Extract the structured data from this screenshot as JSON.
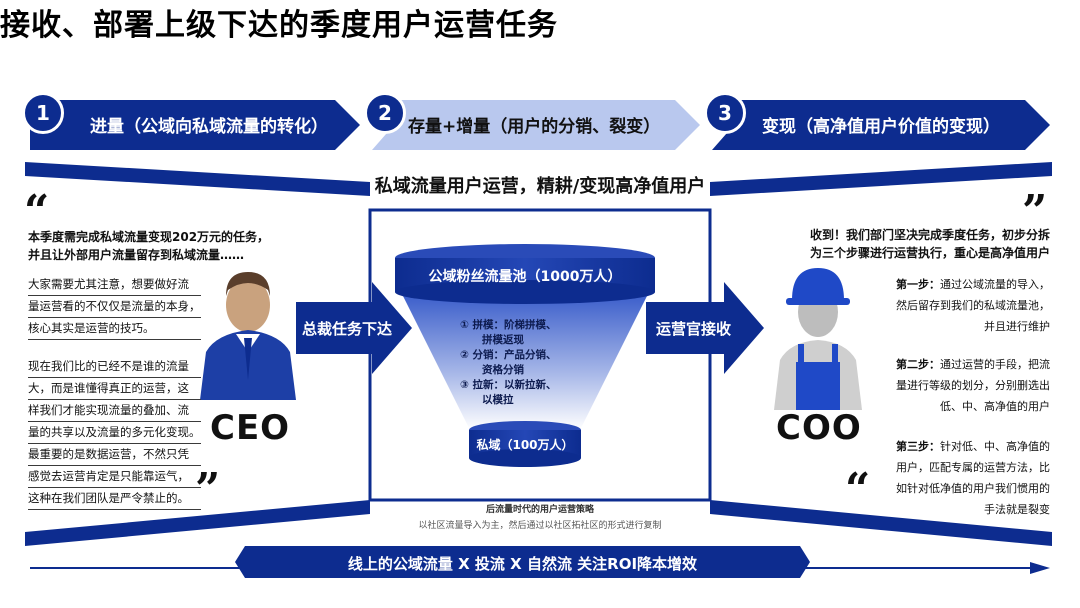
{
  "title": "接收、部署上级下达的季度用户运营任务",
  "steps": [
    {
      "num": "1",
      "label": "进量（公域向私域流量的转化）"
    },
    {
      "num": "2",
      "label": "存量+增量（用户的分销、裂变）"
    },
    {
      "num": "3",
      "label": "变现（高净值用户价值的变现）"
    }
  ],
  "center_heading": "私域流量用户运营，精耕/变现高净值用户",
  "ceo": {
    "label": "CEO",
    "quote_bold": [
      "本季度需完成私域流量变现202万元的任务，",
      "并且让外部用户流量留存到私域流量……"
    ],
    "paragraphs": [
      [
        "大家需要尤其注意，想要做好流",
        "量运营看的不仅仅是流量的本身，",
        "核心其实是运营的技巧。"
      ],
      [
        "现在我们比的已经不是谁的流量",
        "大，而是谁懂得真正的运营，这",
        "样我们才能实现流量的叠加、流",
        "量的共享以及流量的多元化变现。",
        "最重要的是数据运营，不然只凭",
        "感觉去运营肯定是只能靠运气，",
        "这种在我们团队是严令禁止的。"
      ]
    ]
  },
  "left_arrow": "总裁任务下达",
  "right_arrow": "运营官接收",
  "funnel": {
    "top_label": "公域粉丝流量池（1000万人）",
    "items": [
      "① 拼模：阶梯拼模、",
      "拼模返现",
      "② 分销：产品分销、",
      "资格分销",
      "③ 拉新：以新拉新、",
      "以模拉"
    ],
    "bottom_label": "私域（100万人）",
    "caption_title": "后流量时代的用户运营策略",
    "caption_sub": "以社区流量导入为主，然后通过以社区拓社区的形式进行复制"
  },
  "coo": {
    "label": "COO",
    "quote_bold": [
      "收到！我们部门坚决完成季度任务，初步分拆",
      "为三个步骤进行运营执行，重心是高净值用户"
    ],
    "steps": [
      {
        "head": "第一步：",
        "lines": [
          "通过公域流量的导入，",
          "然后留存到我们的私域流量池，",
          "并且进行维护"
        ]
      },
      {
        "head": "第二步：",
        "lines": [
          "通过运营的手段，把流",
          "量进行等级的划分，分别删选出",
          "低、中、高净值的用户"
        ]
      },
      {
        "head": "第三步：",
        "lines": [
          "针对低、中、高净值的",
          "用户，匹配专属的运营方法，比",
          "如针对低净值的用户我们惯用的",
          "手法就是裂变"
        ]
      }
    ]
  },
  "bottom_banner": "线上的公域流量 X 投流 X 自然流  关注ROI降本增效",
  "colors": {
    "primary": "#0d2c8f",
    "light": "#b9c8ee",
    "accent": "#1f49c7"
  }
}
